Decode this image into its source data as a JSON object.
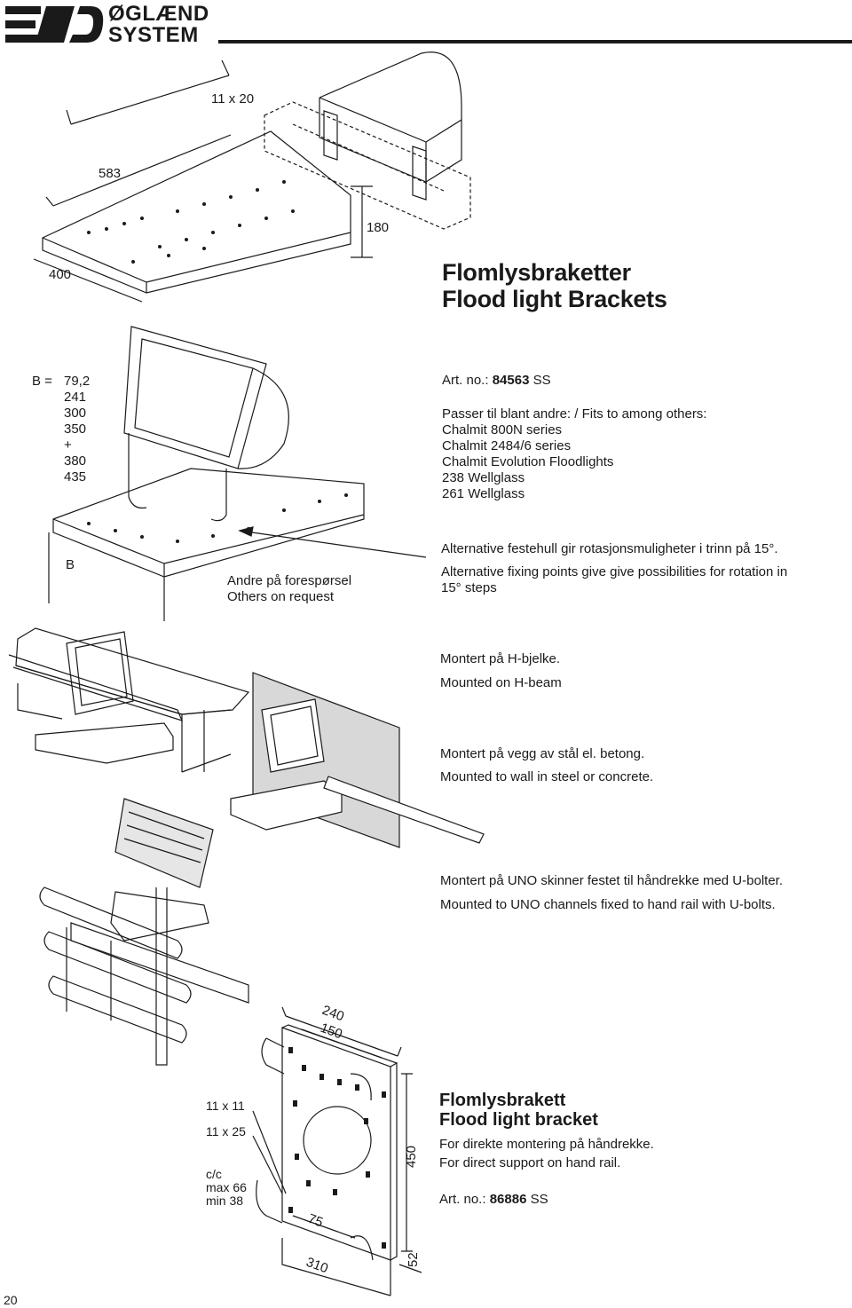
{
  "brand": {
    "name_line1": "ØGLÆND",
    "name_line2": "SYSTEM"
  },
  "top_dims": {
    "d1": "11 x 20",
    "d2": "583",
    "d3": "180",
    "d4": "400"
  },
  "product1": {
    "title_line1": "Flomlysbraketter",
    "title_line2": "Flood light Brackets",
    "b_label": "B =",
    "b_values": [
      "79,2",
      "241",
      "300",
      "350",
      "+",
      "380",
      "435"
    ],
    "art_prefix": "Art. no.: ",
    "art_number": "84563",
    "art_suffix": " SS",
    "fits_heading": "Passer til blant andre: / Fits to among others:",
    "fits": [
      "Chalmit 800N series",
      "Chalmit 2484/6 series",
      "Chalmit Evolution Floodlights",
      "238 Wellglass",
      "261 Wellglass"
    ],
    "b_marker": "B",
    "request_no": "Andre på forespørsel",
    "request_en": "Others on request",
    "alt_no": "Alternative festehull gir rotasjonsmuligheter i trinn på 15°.",
    "alt_en_line1": "Alternative fixing points give give possibilities for rotation in",
    "alt_en_line2": "15° steps"
  },
  "mounting": {
    "hbeam_no": "Montert på H-bjelke.",
    "hbeam_en": "Mounted on H-beam",
    "wall_no": "Montert på vegg av stål el. betong.",
    "wall_en": "Mounted to wall in steel or concrete.",
    "uno_no": "Montert på UNO skinner festet til håndrekke med U-bolter.",
    "uno_en": "Mounted to UNO channels fixed to hand rail with U-bolts."
  },
  "product2_dims": {
    "d240": "240",
    "d150": "150",
    "d450": "450",
    "d75": "75",
    "d310": "310",
    "d52": "52",
    "hole1": "11 x 11",
    "hole2": "11 x 25",
    "cc": "c/c",
    "cc_max": "max 66",
    "cc_min": "min 38"
  },
  "product2": {
    "title_line1": "Flomlysbrakett",
    "title_line2": "Flood light bracket",
    "desc_no": "For direkte montering på håndrekke.",
    "desc_en": "For direct support on hand rail.",
    "art_prefix": "Art. no.: ",
    "art_number": "86886",
    "art_suffix": " SS"
  },
  "page_number": "20",
  "colors": {
    "ink": "#1a1a1a",
    "grey_panel": "#c8c8c8",
    "light_grey": "#e6e6e6"
  }
}
